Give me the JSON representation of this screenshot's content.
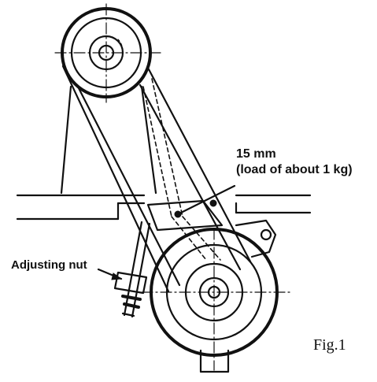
{
  "labels": {
    "deflection": "15 mm",
    "load": "(load of about 1 kg)",
    "adjusting_nut": "Adjusting nut",
    "figure": "Fig.1"
  }
}
